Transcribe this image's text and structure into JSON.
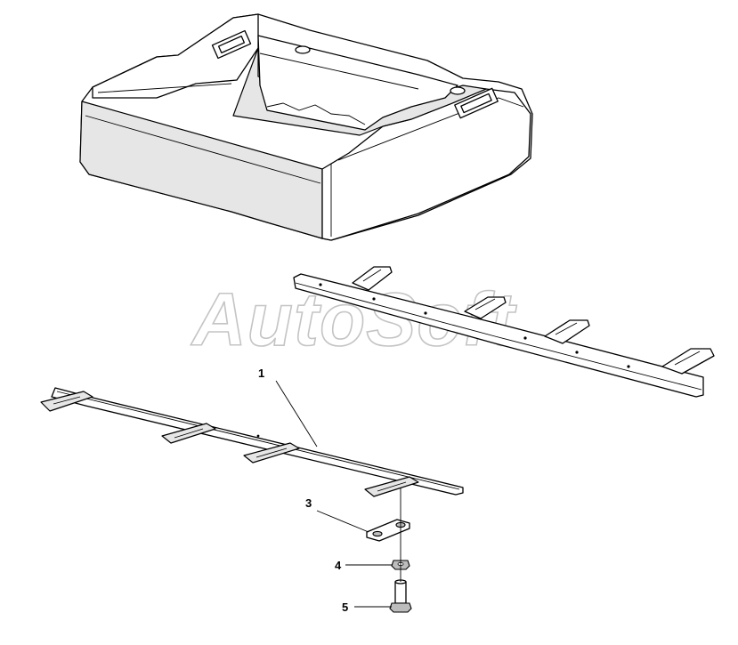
{
  "watermark": {
    "text": "AutoSoft",
    "color": "#c4c4c4"
  },
  "callouts": [
    {
      "id": "1",
      "label": "1",
      "part": "long slotted bracket strip"
    },
    {
      "id": "3",
      "label": "3",
      "part": "retaining plate"
    },
    {
      "id": "4",
      "label": "4",
      "part": "nut"
    },
    {
      "id": "5",
      "label": "5",
      "part": "bolt"
    }
  ],
  "colors": {
    "line": "#000000",
    "background": "#ffffff",
    "shade": "#e6e6e6"
  }
}
